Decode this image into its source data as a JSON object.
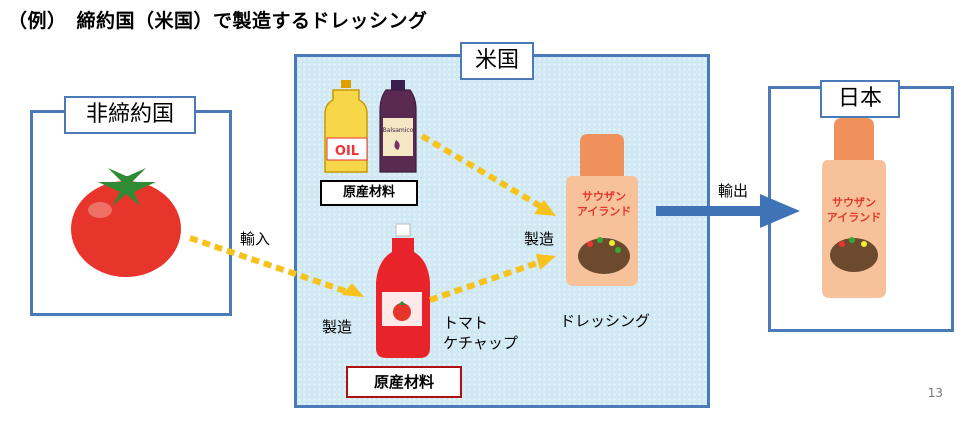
{
  "slide": {
    "title": "（例）　締約国（米国）で製造するドレッシング",
    "page_number": "13"
  },
  "boxes": {
    "non_contracting": "非締約国",
    "usa": "米国",
    "japan": "日本"
  },
  "labels": {
    "import": "輸入",
    "manufacture_left": "製造",
    "manufacture_right": "製造",
    "export": "輸出",
    "ketchup_line1": "トマト",
    "ketchup_line2": "ケチャップ",
    "dressing": "ドレッシング",
    "raw_materials_top": "原産材料",
    "raw_materials_bottom": "原産材料"
  },
  "product_text": {
    "oil": "OIL",
    "balsamico": "Balsamico",
    "dressing_brand_line1": "サウザン",
    "dressing_brand_line2": "アイランド"
  },
  "colors": {
    "frame_blue": "#4a7ab8",
    "us_fill": "#cfe8f3",
    "arrow_yellow": "#f7c21b",
    "arrow_blue": "#3f73b7",
    "red_border": "#b01010"
  }
}
